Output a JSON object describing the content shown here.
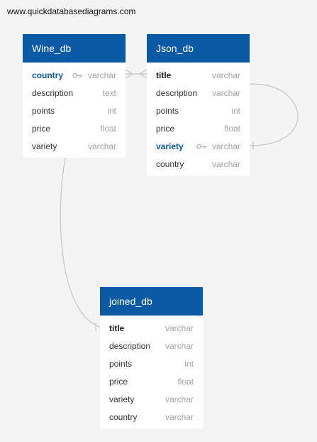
{
  "watermark": "www.quickdatabasediagrams.com",
  "colors": {
    "header_bg": "#0b5aa6",
    "canvas_bg": "#f3f4f3",
    "pk_text": "#0b5aa6",
    "type_text": "#a3a3a3",
    "connector": "#c4c4c4"
  },
  "tables": {
    "wine_db": {
      "title": "Wine_db",
      "columns": [
        {
          "name": "country",
          "type": "varchar",
          "primary_key": true
        },
        {
          "name": "description",
          "type": "text"
        },
        {
          "name": "points",
          "type": "int"
        },
        {
          "name": "price",
          "type": "float"
        },
        {
          "name": "variety",
          "type": "varchar"
        }
      ]
    },
    "json_db": {
      "title": "Json_db",
      "columns": [
        {
          "name": "title",
          "type": "varchar"
        },
        {
          "name": "description",
          "type": "varchar"
        },
        {
          "name": "points",
          "type": "int"
        },
        {
          "name": "price",
          "type": "float"
        },
        {
          "name": "variety",
          "type": "varchar",
          "primary_key": true
        },
        {
          "name": "country",
          "type": "varchar"
        }
      ]
    },
    "joined_db": {
      "title": "joined_db",
      "columns": [
        {
          "name": "title",
          "type": "varchar"
        },
        {
          "name": "description",
          "type": "varchar"
        },
        {
          "name": "points",
          "type": "int"
        },
        {
          "name": "price",
          "type": "float"
        },
        {
          "name": "variety",
          "type": "varchar"
        },
        {
          "name": "country",
          "type": "varchar"
        }
      ]
    }
  },
  "relationships": [
    {
      "from": "Wine_db.country",
      "to": "Json_db.title",
      "type": "many-to-many"
    },
    {
      "from": "Json_db.variety",
      "to": "Json_db.description",
      "type": "one"
    },
    {
      "from": "Wine_db.variety",
      "to": "joined_db.title",
      "type": "one"
    }
  ]
}
